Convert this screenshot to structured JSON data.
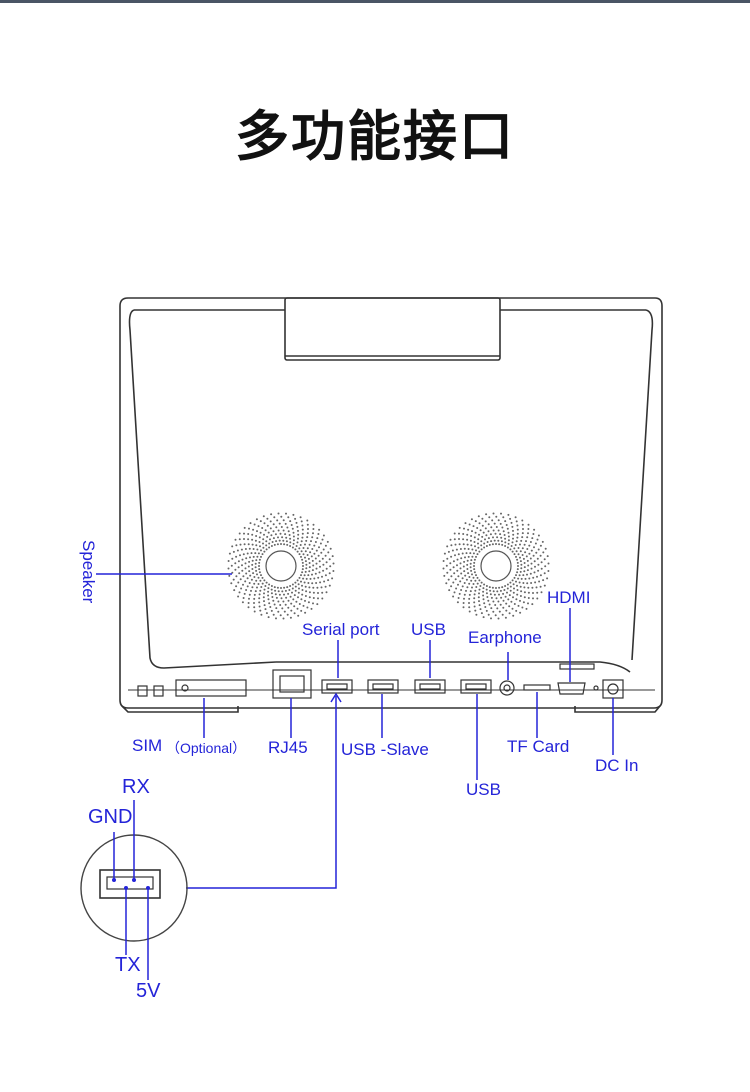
{
  "title": "多功能接口",
  "colors": {
    "label": "#2424d8",
    "outline": "#333333",
    "title": "#111111"
  },
  "labels": {
    "speaker": "Speaker",
    "serial_port": "Serial port",
    "usb_top": "USB",
    "earphone": "Earphone",
    "hdmi": "HDMI",
    "sim": "SIM",
    "sim_note": "（Optional）",
    "rj45": "RJ45",
    "usb_slave": "USB -Slave",
    "usb_bottom": "USB",
    "tf_card": "TF Card",
    "dc_in": "DC In",
    "rx": "RX",
    "gnd": "GND",
    "tx": "TX",
    "v5": "5V"
  }
}
